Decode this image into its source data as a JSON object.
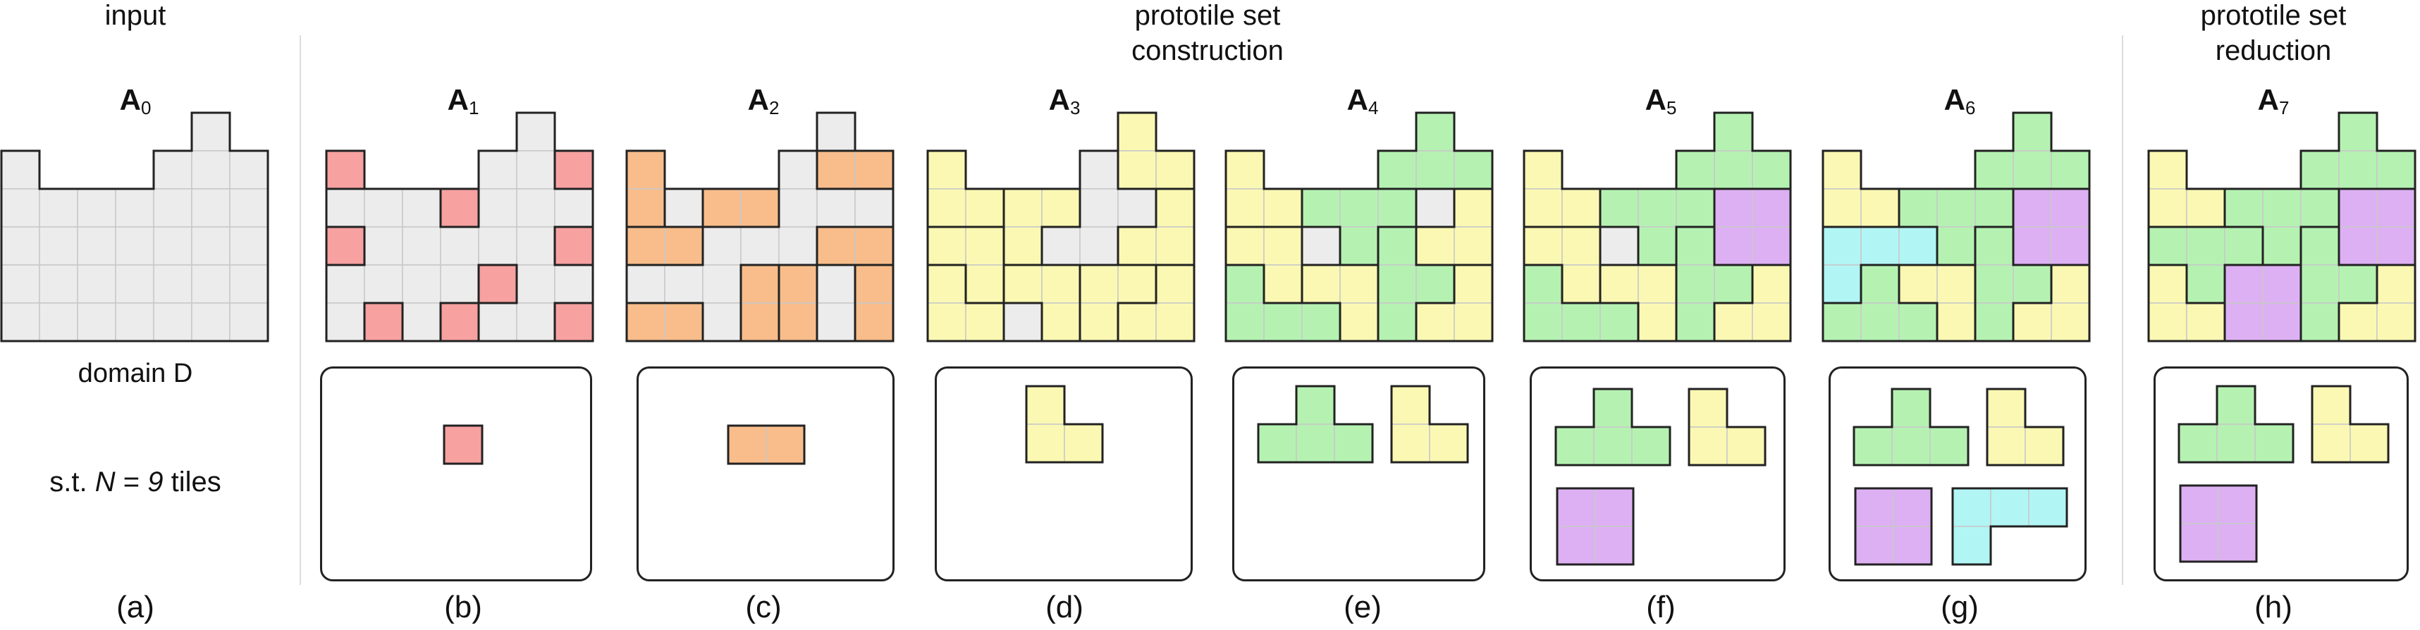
{
  "headers": {
    "input": "input",
    "construction_line1": "prototile set",
    "construction_line2": "construction",
    "reduction_line1": "prototile set",
    "reduction_line2": "reduction"
  },
  "domain_label": "domain D",
  "constraint": {
    "prefix": "s.t. ",
    "var": "N",
    "eq": " = ",
    "value": "9",
    "suffix": " tiles"
  },
  "panels": [
    {
      "key": "a",
      "title_base": "A",
      "title_index": "0",
      "caption": "(a)"
    },
    {
      "key": "b",
      "title_base": "A",
      "title_index": "1",
      "caption": "(b)"
    },
    {
      "key": "c",
      "title_base": "A",
      "title_index": "2",
      "caption": "(c)"
    },
    {
      "key": "d",
      "title_base": "A",
      "title_index": "3",
      "caption": "(d)"
    },
    {
      "key": "e",
      "title_base": "A",
      "title_index": "4",
      "caption": "(e)"
    },
    {
      "key": "f",
      "title_base": "A",
      "title_index": "5",
      "caption": "(f)"
    },
    {
      "key": "g",
      "title_base": "A",
      "title_index": "6",
      "caption": "(g)"
    },
    {
      "key": "h",
      "title_base": "A",
      "title_index": "7",
      "caption": "(h)"
    }
  ],
  "colors": {
    "empty": "#ececec",
    "monomino": "#f7a1a1",
    "domino": "#f8bd8b",
    "l_tromino": "#fbf8b3",
    "t_tetromino": "#b5f2b2",
    "square": "#ddb0f3",
    "l_tetromino": "#b2f5f5",
    "outline": "#222222",
    "grid": "#c8c8c8"
  }
}
